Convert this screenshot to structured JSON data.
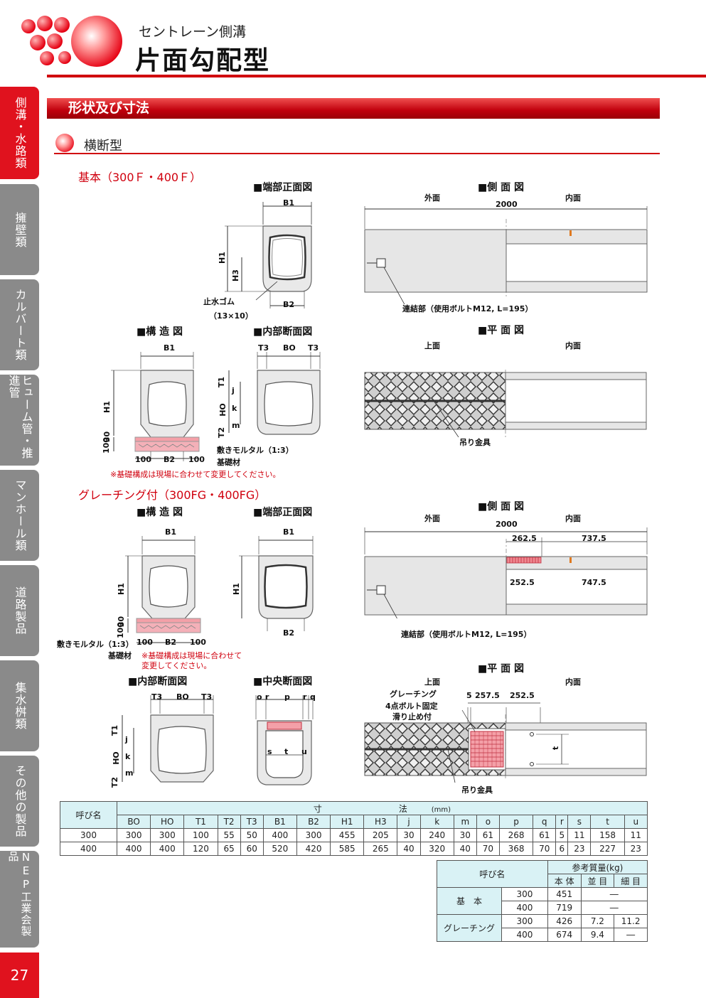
{
  "header": {
    "subtitle": "セントレーン側溝",
    "title": "片面勾配型"
  },
  "side_tabs": [
    {
      "label": "側溝・水路類",
      "active": true
    },
    {
      "label": "擁壁類",
      "active": false
    },
    {
      "label": "カルバート類",
      "active": false
    },
    {
      "label": "ヒューム管・推進管",
      "active": false
    },
    {
      "label": "マンホール類",
      "active": false
    },
    {
      "label": "道路製品",
      "active": false
    },
    {
      "label": "集水桝類",
      "active": false
    },
    {
      "label": "その他の製品",
      "active": false
    },
    {
      "label": "NEP工業会製品",
      "active": false
    }
  ],
  "page_number": "27",
  "section": {
    "title": "形状及び寸法",
    "sub": "横断型"
  },
  "basic": {
    "label": "基本（300Ｆ・400Ｆ）",
    "end_front": "■端部正面図",
    "side": "■側 面 図",
    "structure": "■構 造 図",
    "inner": "■内部断面図",
    "plan": "■平 面 図",
    "outer_face": "外面",
    "inner_face": "内面",
    "top_face": "上面",
    "len": "2000",
    "joint": "連結部（使用ボルトM12, L=195）",
    "rubber": "止水ゴム",
    "rubber_size": "（13×10）",
    "mortar": "敷きモルタル（1:3）",
    "base": "基礎材",
    "hook": "吊り金具",
    "note": "※基礎構成は現場に合わせて変更してください。",
    "lbl_b1": "B1",
    "lbl_b2": "B2",
    "lbl_h1": "H1",
    "lbl_h3": "H3",
    "lbl_t3": "T3",
    "lbl_bo": "BO",
    "lbl_t1": "T1",
    "lbl_ho": "HO",
    "lbl_t2": "T2",
    "lbl_j": "j",
    "lbl_k": "k",
    "lbl_m": "m",
    "lbl_100": "100",
    "lbl_30": "30"
  },
  "grating": {
    "label": "グレーチング付（300FG・400FG）",
    "structure": "■構 造 図",
    "end_front": "■端部正面図",
    "side": "■側 面 図",
    "inner": "■内部断面図",
    "center": "■中央断面図",
    "plan": "■平 面 図",
    "outer_face": "外面",
    "inner_face": "内面",
    "top_face": "上面",
    "len": "2000",
    "d1": "262.5",
    "d2": "737.5",
    "d3": "252.5",
    "d4": "747.5",
    "joint": "連結部（使用ボルトM12, L=195）",
    "mortar": "敷きモルタル（1:3）",
    "base": "基礎材",
    "note1": "※基礎構成は現場に合わせて",
    "note2": "変更してください。",
    "grating_lbl": "グレーチング",
    "bolt1": "4点ボルト固定",
    "bolt2": "滑り止め付",
    "p5": "5",
    "p257": "257.5",
    "p252": "252.5",
    "hook": "吊り金具",
    "lbl_o": "o",
    "lbl_p": "p",
    "lbl_r": "r",
    "lbl_q": "q",
    "lbl_s": "s",
    "lbl_t": "t",
    "lbl_u": "u"
  },
  "dim_table": {
    "name_header": "呼び名",
    "dim_header": "寸　　　　　　　　　法",
    "unit": "(mm)",
    "columns": [
      "BO",
      "HO",
      "T1",
      "T2",
      "T3",
      "B1",
      "B2",
      "H1",
      "H3",
      "j",
      "k",
      "m",
      "o",
      "p",
      "q",
      "r",
      "s",
      "t",
      "u"
    ],
    "rows": [
      {
        "name": "300",
        "values": [
          "300",
          "300",
          "100",
          "55",
          "50",
          "400",
          "300",
          "455",
          "205",
          "30",
          "240",
          "30",
          "61",
          "268",
          "61",
          "5",
          "11",
          "158",
          "11"
        ]
      },
      {
        "name": "400",
        "values": [
          "400",
          "400",
          "120",
          "65",
          "60",
          "520",
          "420",
          "585",
          "265",
          "40",
          "320",
          "40",
          "70",
          "368",
          "70",
          "6",
          "23",
          "227",
          "23"
        ]
      }
    ]
  },
  "weight_table": {
    "name_header": "呼び名",
    "weight_header": "参考質量(kg)",
    "cols": [
      "本 体",
      "並 目",
      "細 目"
    ],
    "groups": [
      {
        "name": "基　本",
        "rows": [
          {
            "size": "300",
            "body": "451",
            "merged": "―"
          },
          {
            "size": "400",
            "body": "719",
            "merged": "―"
          }
        ]
      },
      {
        "name": "グレーチング",
        "rows": [
          {
            "size": "300",
            "body": "426",
            "nami": "7.2",
            "hoso": "11.2"
          },
          {
            "size": "400",
            "body": "674",
            "nami": "9.4",
            "hoso": "―"
          }
        ]
      }
    ]
  }
}
